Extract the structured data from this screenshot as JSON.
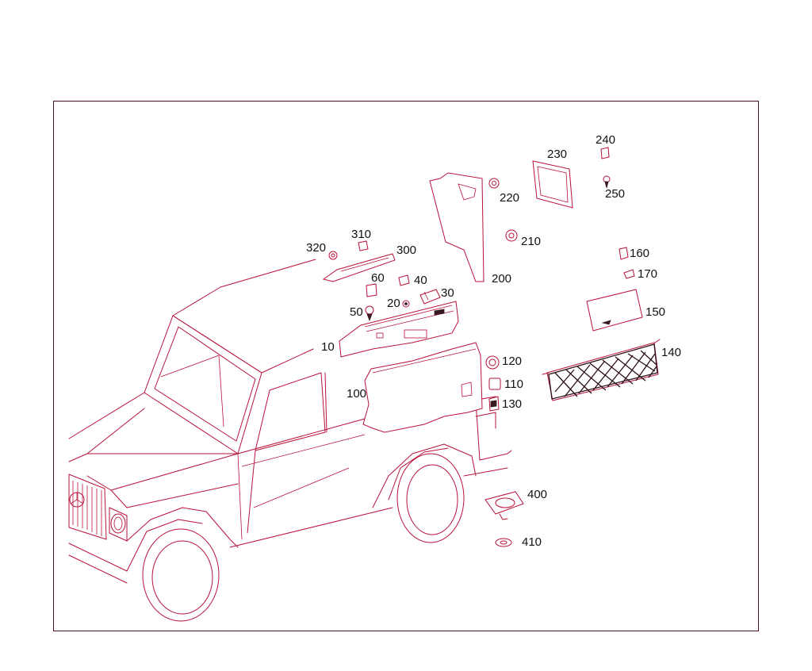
{
  "colors": {
    "line": "#b8123a",
    "frame": "#4a0f1e",
    "text": "#111111",
    "part_dark": "#3a1a22"
  },
  "callouts": {
    "c10": "10",
    "c20": "20",
    "c30": "30",
    "c40": "40",
    "c50": "50",
    "c60": "60",
    "c100": "100",
    "c110": "110",
    "c120": "120",
    "c130": "130",
    "c140": "140",
    "c150": "150",
    "c160": "160",
    "c170": "170",
    "c200": "200",
    "c210": "210",
    "c220": "220",
    "c230": "230",
    "c240": "240",
    "c250": "250",
    "c300": "300",
    "c310": "310",
    "c320": "320",
    "c400": "400",
    "c410": "410"
  }
}
